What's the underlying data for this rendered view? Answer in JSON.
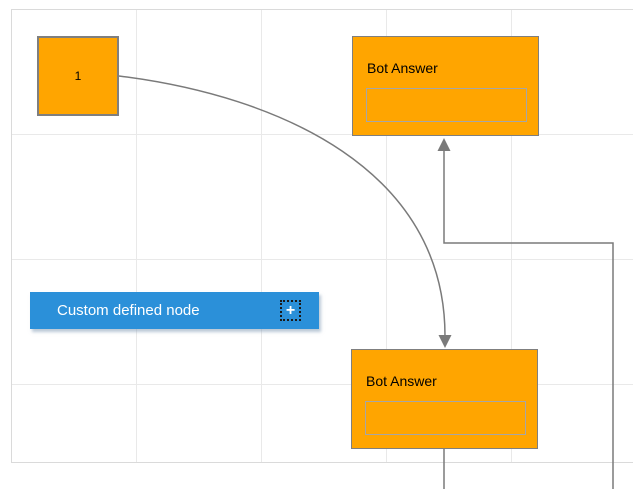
{
  "canvas": {
    "background": "#ffffff",
    "grid_color": "#e9e9e9",
    "page_border_color": "#dadada"
  },
  "colors": {
    "node_orange": "#ffa500",
    "node_border_gray": "#7f7f7f",
    "textbox_border_gray": "#a6a6a6",
    "custom_node_blue": "#2b90d9",
    "connector_gray": "#7a7a7a",
    "text_dark": "#000000",
    "text_light": "#ffffff"
  },
  "nodes": {
    "start": {
      "label": "1"
    },
    "bot_answer_top": {
      "title": "Bot Answer",
      "textbox_value": ""
    },
    "bot_answer_bottom": {
      "title": "Bot Answer",
      "textbox_value": ""
    },
    "custom": {
      "label": "Custom defined node",
      "add_button_glyph": "+"
    }
  }
}
